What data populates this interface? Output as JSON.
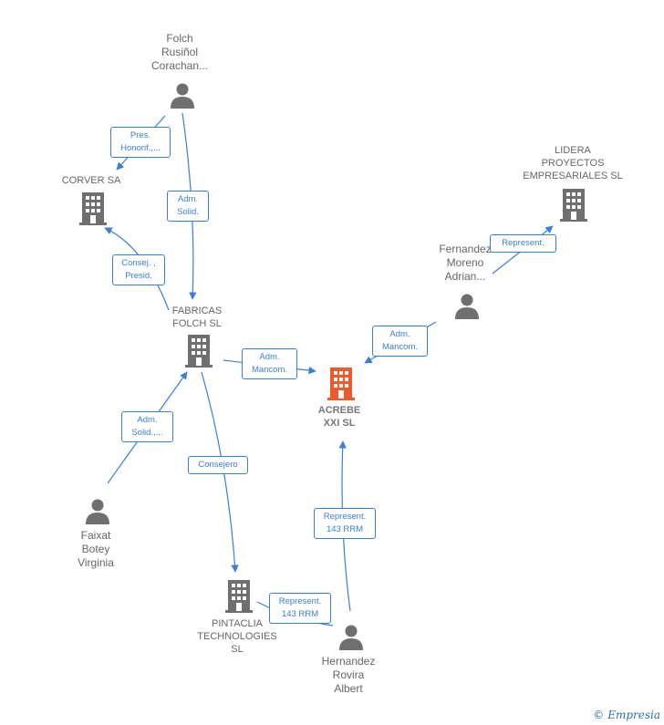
{
  "diagram": {
    "nodes": {
      "folch": {
        "type": "person",
        "lines": [
          "Folch",
          "Rusiñol",
          "Corachan..."
        ]
      },
      "corver": {
        "type": "company",
        "lines": [
          "CORVER SA"
        ]
      },
      "lidera": {
        "type": "company",
        "lines": [
          "LIDERA",
          "PROYECTOS",
          "EMPRESARIALES SL"
        ]
      },
      "fernandez": {
        "type": "person",
        "lines": [
          "Fernandez",
          "Moreno",
          "Adrian..."
        ]
      },
      "fabricas": {
        "type": "company",
        "lines": [
          "FABRICAS",
          "FOLCH SL"
        ]
      },
      "acrebe": {
        "type": "company",
        "focus": true,
        "lines": [
          "ACREBE",
          "XXI SL"
        ]
      },
      "faixat": {
        "type": "person",
        "lines": [
          "Faixat",
          "Botey",
          "Virginia"
        ]
      },
      "pintaclia": {
        "type": "company",
        "lines": [
          "PINTACLIA",
          "TECHNOLOGIES",
          "SL"
        ]
      },
      "hernandez": {
        "type": "person",
        "lines": [
          "Hernandez",
          "Rovira",
          "Albert"
        ]
      }
    },
    "edges": [
      {
        "id": "folch-corver",
        "label": [
          "Pres.",
          "Honorif.,..."
        ]
      },
      {
        "id": "folch-fabricas",
        "label": [
          "Adm.",
          "Solid."
        ]
      },
      {
        "id": "fabricas-corver",
        "label": [
          "Consej. ,",
          "Presid."
        ]
      },
      {
        "id": "fernandez-lidera",
        "label": [
          "Represent."
        ]
      },
      {
        "id": "fernandez-acrebe",
        "label": [
          "Adm.",
          "Mancom."
        ]
      },
      {
        "id": "fabricas-acrebe",
        "label": [
          "Adm.",
          "Mancom."
        ]
      },
      {
        "id": "faixat-fabricas",
        "label": [
          "Adm.",
          "Solid.,..."
        ]
      },
      {
        "id": "fabricas-pintaclia",
        "label": [
          "Consejero"
        ]
      },
      {
        "id": "hernandez-acrebe",
        "label": [
          "Represent.",
          "143 RRM"
        ]
      },
      {
        "id": "hernandez-pintaclia",
        "label": [
          "Represent.",
          "143 RRM"
        ]
      }
    ]
  },
  "colors": {
    "edge": "#3a7fd5",
    "icon": "#6f6f6f",
    "focus": "#f05a2a"
  },
  "brand": {
    "copyright": "©",
    "name": "Empresia"
  }
}
